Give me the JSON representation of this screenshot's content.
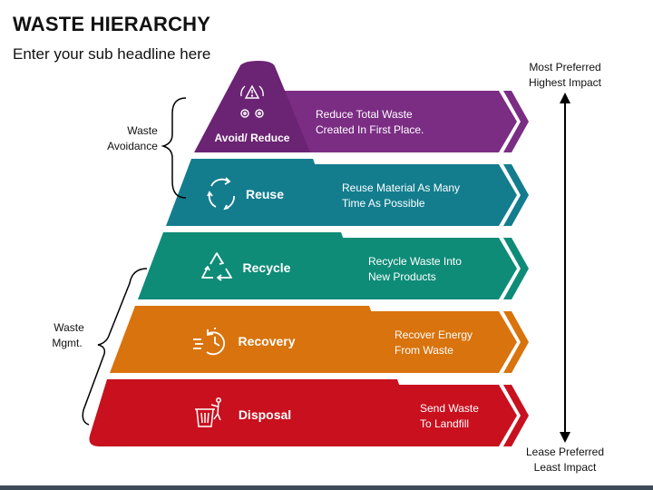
{
  "title": "WASTE HIERARCHY",
  "subtitle": "Enter your sub headline here",
  "axis": {
    "top_line1": "Most Preferred",
    "top_line2": "Highest Impact",
    "bottom_line1": "Lease Preferred",
    "bottom_line2": "Least Impact"
  },
  "groups": [
    {
      "line1": "Waste",
      "line2": "Avoidance"
    },
    {
      "line1": "Waste",
      "line2": "Mgmt."
    }
  ],
  "layers": [
    {
      "label": "Avoid/ Reduce",
      "icon": "avoid-reduce-icon",
      "color": "#7b2d84",
      "desc1": "Reduce Total Waste",
      "desc2": "Created In First Place."
    },
    {
      "label": "Reuse",
      "icon": "reuse-icon",
      "color": "#137d8e",
      "desc1": "Reuse Material As Many",
      "desc2": "Time As Possible"
    },
    {
      "label": "Recycle",
      "icon": "recycle-icon",
      "color": "#0e8c78",
      "desc1": "Recycle Waste Into",
      "desc2": "New Products"
    },
    {
      "label": "Recovery",
      "icon": "recovery-icon",
      "color": "#d9730d",
      "desc1": "Recover Energy",
      "desc2": "From Waste"
    },
    {
      "label": "Disposal",
      "icon": "disposal-icon",
      "color": "#c8101e",
      "desc1": "Send Waste",
      "desc2": "To Landfill"
    }
  ]
}
